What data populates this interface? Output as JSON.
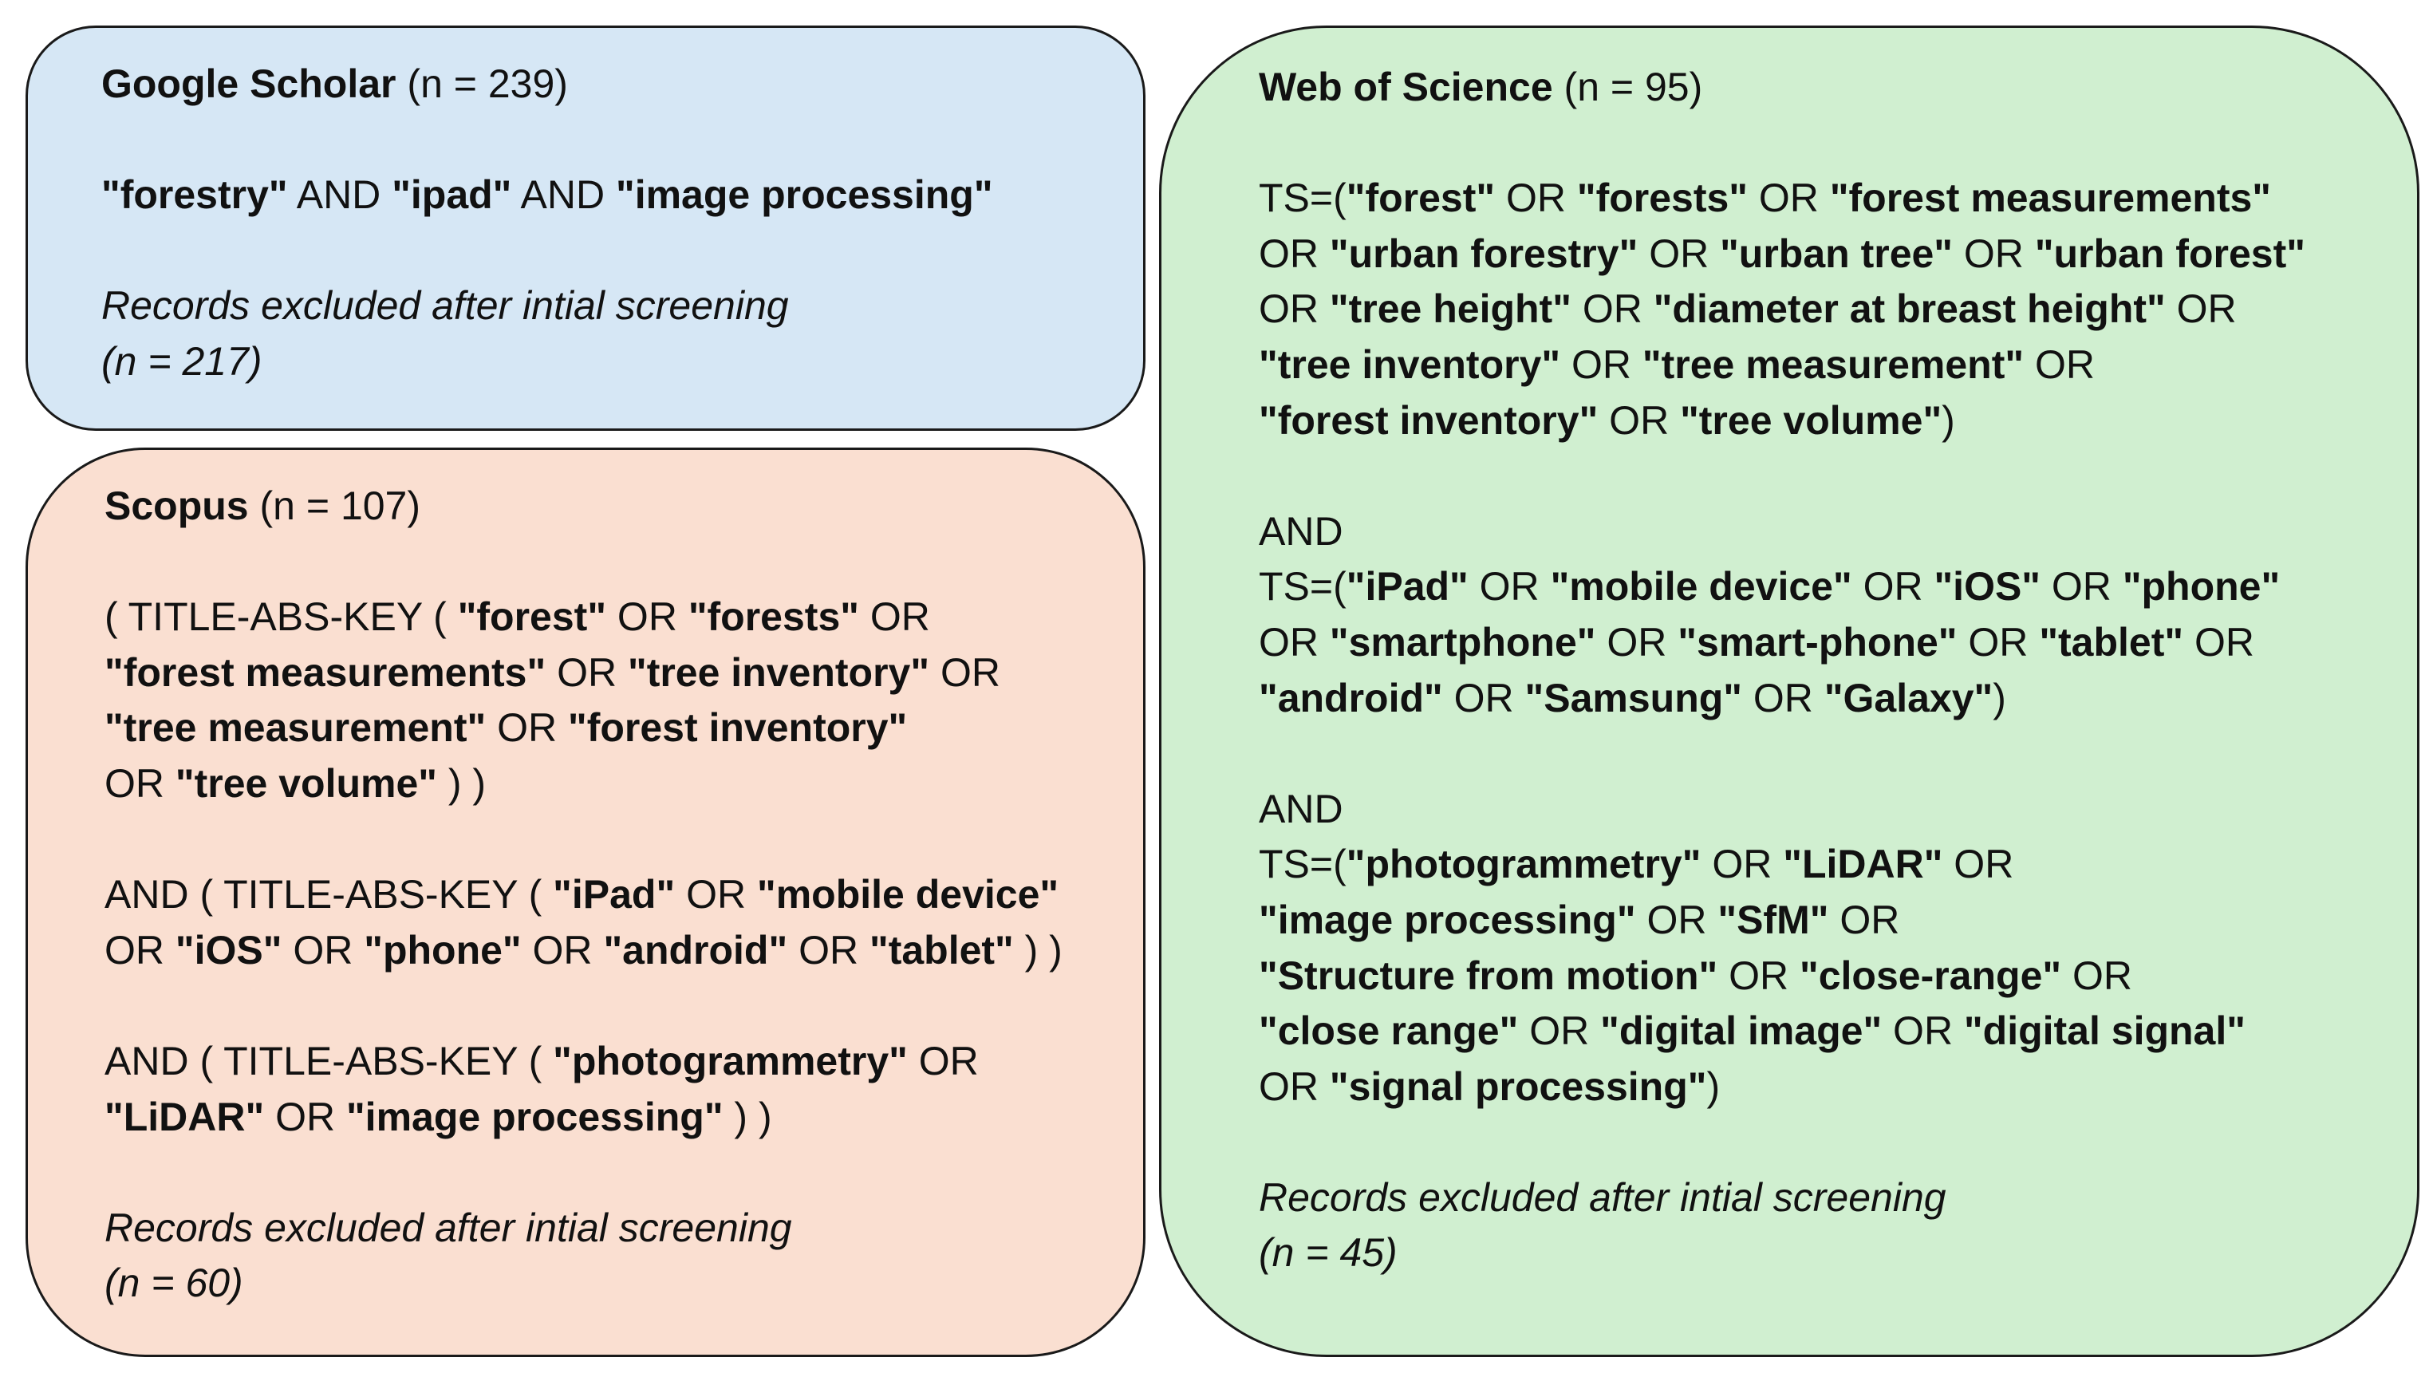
{
  "colors": {
    "google_fill": "#d6e7f5",
    "scopus_fill": "#fadfd1",
    "wos_fill": "#d0efd0",
    "border": "#1a1a1a"
  },
  "google": {
    "name": "Google Scholar",
    "count": "(n = 239)",
    "query": {
      "q1": "\"forestry\"",
      "and1": " AND ",
      "q2": "\"ipad\"",
      "and2": " AND ",
      "q3": "\"image processing\""
    },
    "excluded_label": "Records excluded after intial screening",
    "excluded_count": "(n = 217)"
  },
  "scopus": {
    "name": "Scopus",
    "count": "(n = 107)",
    "block1": {
      "open": "( TITLE-ABS-KEY ( ",
      "t1": "\"forest\"",
      "o1": " OR ",
      "t2": "\"forests\"",
      "o2": " OR",
      "t3": "\"forest measurements\"",
      "o3": " OR ",
      "t4": "\"tree inventory\"",
      "o4": " OR",
      "t5": "\"tree measurement\"",
      "o5": " OR  ",
      "t6": "\"forest inventory\"",
      "o6": "OR ",
      "t7": "\"tree volume\"",
      "close": " ) )"
    },
    "block2": {
      "open": "AND ( TITLE-ABS-KEY ( ",
      "t1": "\"iPad\"",
      "o1": " OR ",
      "t2": "\"mobile device\"",
      "o2": "OR ",
      "t3": "\"iOS\"",
      "o3": " OR ",
      "t4": "\"phone\"",
      "o4": " OR ",
      "t5": "\"android\"",
      "o5": " OR ",
      "t6": "\"tablet\"",
      "close": " ) )"
    },
    "block3": {
      "open": "AND ( TITLE-ABS-KEY ( ",
      "t1": "\"photogrammetry\"",
      "o1": " OR",
      "t2": "\"LiDAR\"",
      "o2": " OR ",
      "t3": "\"image processing\"",
      "close": " ) )"
    },
    "excluded_label": "Records excluded after intial screening",
    "excluded_count": "(n = 60)"
  },
  "wos": {
    "name": "Web of Science",
    "count": "(n = 95)",
    "block1": {
      "open": "TS=(",
      "t1": "\"forest\"",
      "o1": " OR ",
      "t2": "\"forests\"",
      "o2": " OR ",
      "t3": "\"forest measurements\"",
      "l2_or": "OR ",
      "t4": "\"urban forestry\"",
      "o4": " OR ",
      "t5": "\"urban tree\"",
      "o5": " OR ",
      "t6": "\"urban forest\"",
      "l3_or": "OR ",
      "t7": "\"tree height\"",
      "o7": " OR ",
      "t8": "\"diameter at breast height\"",
      "o8": " OR",
      "t9": "\"tree inventory\"",
      "o9": " OR ",
      "t10": "\"tree measurement\"",
      "o10": " OR",
      "t11": "\"forest inventory\"",
      "o11": " OR ",
      "t12": "\"tree volume\"",
      "close": ")"
    },
    "and1": "AND",
    "block2": {
      "open": "TS=(",
      "t1": "\"iPad\"",
      "o1": " OR ",
      "t2": "\"mobile device\"",
      "o2": " OR ",
      "t3": "\"iOS\"",
      "o3": " OR ",
      "t4": "\"phone\"",
      "l2_or": "OR ",
      "t5": "\"smartphone\"",
      "o5": " OR ",
      "t6": "\"smart-phone\"",
      "o6": " OR ",
      "t7": "\"tablet\"",
      "o7": " OR",
      "t8": "\"android\"",
      "o8": " OR ",
      "t9": "\"Samsung\"",
      "o9": " OR ",
      "t10": "\"Galaxy\"",
      "close": ")"
    },
    "and2": "AND",
    "block3": {
      "open": "TS=(",
      "t1": "\"photogrammetry\"",
      "o1": " OR ",
      "t2": "\"LiDAR\"",
      "o2": " OR",
      "t3": "\"image processing\"",
      "o3": " OR ",
      "t4": "\"SfM\"",
      "o4": " OR",
      "t5": "\"Structure from motion\"",
      "o5": " OR ",
      "t6": "\"close-range\"",
      "o6": " OR",
      "t7": "\"close range\"",
      "o7": " OR ",
      "t8": "\"digital image\"",
      "o8": " OR ",
      "t9": "\"digital signal\"",
      "l6_or": "OR ",
      "t10": "\"signal processing\"",
      "close": ")"
    },
    "excluded_label": "Records excluded after intial screening",
    "excluded_count": "(n = 45)"
  }
}
